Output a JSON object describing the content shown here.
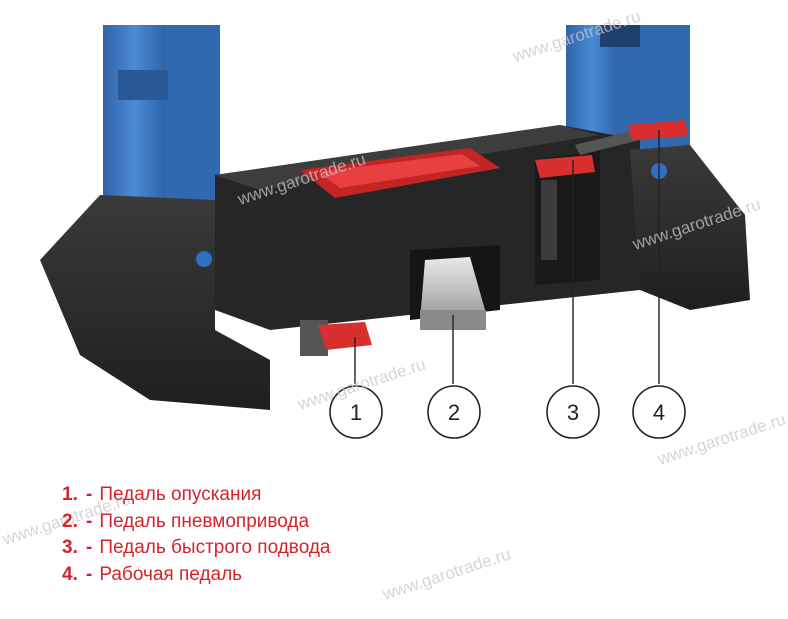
{
  "watermark": "www.garotrade.ru",
  "colors": {
    "press_body": "#2b2b2b",
    "press_frame": "#3a78c2",
    "pedal_red": "#d92f2f",
    "legend_text": "#d4242b"
  },
  "callouts": [
    {
      "number": "1"
    },
    {
      "number": "2"
    },
    {
      "number": "3"
    },
    {
      "number": "4"
    }
  ],
  "legend": [
    {
      "number": "1.",
      "separator": "-",
      "text": "Педаль опускания"
    },
    {
      "number": "2.",
      "separator": "-",
      "text": "Педаль пневмопривода"
    },
    {
      "number": "3.",
      "separator": "-",
      "text": "Педаль быстрого подвода"
    },
    {
      "number": "4.",
      "separator": "-",
      "text": "Рабочая педаль"
    }
  ]
}
